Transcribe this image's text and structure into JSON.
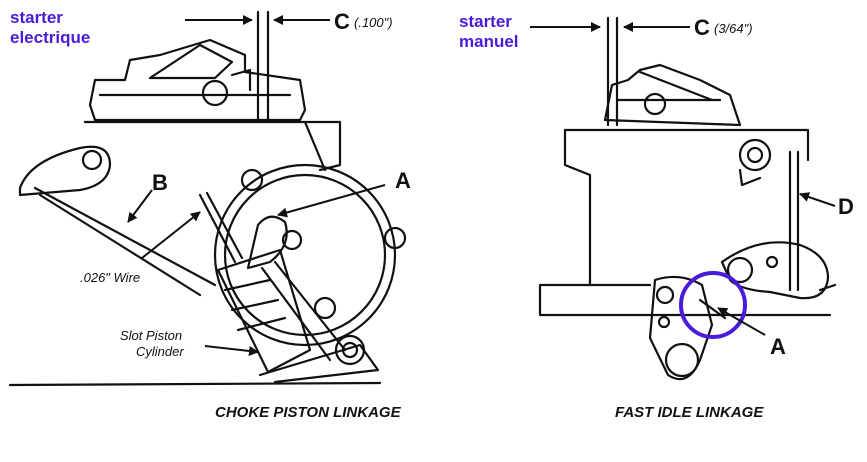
{
  "overlay_left": {
    "line1": "starter",
    "line2": "electrique"
  },
  "overlay_right": {
    "line1": "starter",
    "line2": "manuel"
  },
  "left_diagram": {
    "label_c": "C",
    "label_c_value": "(.100\")",
    "label_a": "A",
    "label_b": "B",
    "wire_label": ".026\" Wire",
    "slot_label_1": "Slot Piston",
    "slot_label_2": "Cylinder",
    "caption": "CHOKE PISTON LINKAGE"
  },
  "right_diagram": {
    "label_c": "C",
    "label_c_value": "(3/64\")",
    "label_d": "D",
    "label_a": "A",
    "caption": "FAST IDLE LINKAGE"
  },
  "colors": {
    "annotation": "#4a1bd8",
    "line": "#111111"
  }
}
